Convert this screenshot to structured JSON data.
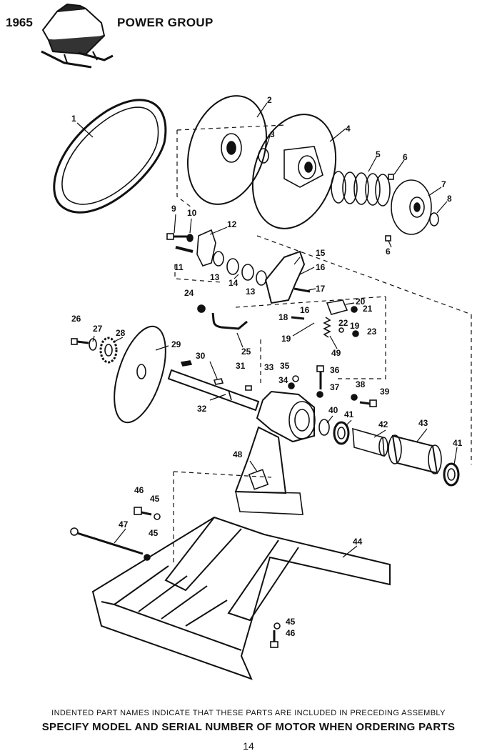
{
  "header": {
    "year": "1965",
    "title": "POWER GROUP"
  },
  "callouts": [
    {
      "id": "c1",
      "text": "1"
    },
    {
      "id": "c2",
      "text": "2"
    },
    {
      "id": "c3",
      "text": "3"
    },
    {
      "id": "c4",
      "text": "4"
    },
    {
      "id": "c5",
      "text": "5"
    },
    {
      "id": "c6a",
      "text": "6"
    },
    {
      "id": "c6b",
      "text": "6"
    },
    {
      "id": "c7",
      "text": "7"
    },
    {
      "id": "c8",
      "text": "8"
    },
    {
      "id": "c9",
      "text": "9"
    },
    {
      "id": "c10",
      "text": "10"
    },
    {
      "id": "c11",
      "text": "11"
    },
    {
      "id": "c12",
      "text": "12"
    },
    {
      "id": "c13a",
      "text": "13"
    },
    {
      "id": "c13b",
      "text": "13"
    },
    {
      "id": "c14",
      "text": "14"
    },
    {
      "id": "c15",
      "text": "15"
    },
    {
      "id": "c16a",
      "text": "16"
    },
    {
      "id": "c16b",
      "text": "16"
    },
    {
      "id": "c17",
      "text": "17"
    },
    {
      "id": "c18",
      "text": "18"
    },
    {
      "id": "c19a",
      "text": "19"
    },
    {
      "id": "c19b",
      "text": "19"
    },
    {
      "id": "c20",
      "text": "20"
    },
    {
      "id": "c21",
      "text": "21"
    },
    {
      "id": "c22",
      "text": "22"
    },
    {
      "id": "c23",
      "text": "23"
    },
    {
      "id": "c24",
      "text": "24"
    },
    {
      "id": "c25",
      "text": "25"
    },
    {
      "id": "c26",
      "text": "26"
    },
    {
      "id": "c27",
      "text": "27"
    },
    {
      "id": "c28",
      "text": "28"
    },
    {
      "id": "c29",
      "text": "29"
    },
    {
      "id": "c30",
      "text": "30"
    },
    {
      "id": "c31",
      "text": "31"
    },
    {
      "id": "c32",
      "text": "32"
    },
    {
      "id": "c33",
      "text": "33"
    },
    {
      "id": "c34",
      "text": "34"
    },
    {
      "id": "c35",
      "text": "35"
    },
    {
      "id": "c36",
      "text": "36"
    },
    {
      "id": "c37",
      "text": "37"
    },
    {
      "id": "c38",
      "text": "38"
    },
    {
      "id": "c39",
      "text": "39"
    },
    {
      "id": "c40",
      "text": "40"
    },
    {
      "id": "c41a",
      "text": "41"
    },
    {
      "id": "c41b",
      "text": "41"
    },
    {
      "id": "c42",
      "text": "42"
    },
    {
      "id": "c43",
      "text": "43"
    },
    {
      "id": "c44",
      "text": "44"
    },
    {
      "id": "c45a",
      "text": "45"
    },
    {
      "id": "c45b",
      "text": "45"
    },
    {
      "id": "c45c",
      "text": "45"
    },
    {
      "id": "c46a",
      "text": "46"
    },
    {
      "id": "c46b",
      "text": "46"
    },
    {
      "id": "c47",
      "text": "47"
    },
    {
      "id": "c48",
      "text": "48"
    },
    {
      "id": "c49",
      "text": "49"
    }
  ],
  "footer": {
    "note": "INDENTED PART NAMES INDICATE THAT THESE PARTS ARE INCLUDED IN PRECEDING ASSEMBLY",
    "instruction": "SPECIFY MODEL AND SERIAL NUMBER OF MOTOR WHEN ORDERING PARTS",
    "page_number": "14"
  }
}
